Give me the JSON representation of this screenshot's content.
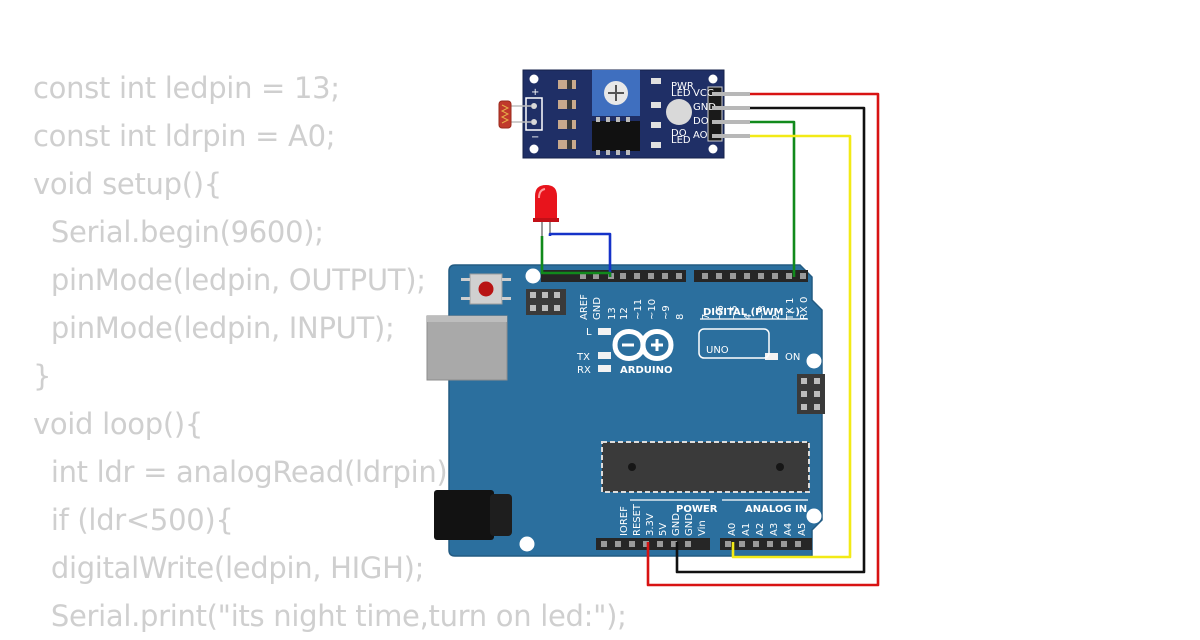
{
  "code": {
    "lines": [
      "const int ledpin = 13;",
      "const int ldrpin = A0;",
      "void setup(){",
      "  Serial.begin(9600);",
      "  pinMode(ledpin, OUTPUT);",
      "  pinMode(ledpin, INPUT);",
      "}",
      "void loop(){",
      "  int ldr = analogRead(ldrpin);",
      "  if (ldr<500){",
      "  digitalWrite(ledpin, HIGH);",
      "  Serial.print(\"its night time,turn on led:\");"
    ]
  },
  "sensor_module": {
    "labels": {
      "pwr_led": [
        "PWR",
        "LED"
      ],
      "do_led": [
        "DO",
        "LED"
      ],
      "plus": "+",
      "minus": "−"
    },
    "pins": [
      "VCC",
      "GND",
      "DO",
      "AO"
    ]
  },
  "arduino": {
    "digital_header": "DIGITAL (PWM ~)",
    "digital_pins": [
      "AREF",
      "GND",
      "13",
      "12",
      "~11",
      "~10",
      "~9",
      "8",
      "7",
      "~6",
      "~5",
      "4",
      "~3",
      "2",
      "TX 1",
      "RX 0"
    ],
    "led_labels": {
      "l": "L",
      "tx": "TX",
      "rx": "RX",
      "on": "ON"
    },
    "logo_text": "ARDUINO",
    "model": "UNO",
    "power_header": "POWER",
    "power_pins": [
      "IOREF",
      "RESET",
      "3.3V",
      "5V",
      "GND",
      "GND",
      "Vin"
    ],
    "analog_header": "ANALOG IN",
    "analog_pins": [
      "A0",
      "A1",
      "A2",
      "A3",
      "A4",
      "A5"
    ]
  },
  "colors": {
    "board": "#2b6f9e",
    "module": "#1f2f66",
    "wire_red": "#d81313",
    "wire_black": "#111111",
    "wire_green": "#118a1c",
    "wire_yellow": "#f2ea16",
    "wire_blue": "#1532c8",
    "led": "#e8141c",
    "code_text": "#cfcfcf"
  }
}
